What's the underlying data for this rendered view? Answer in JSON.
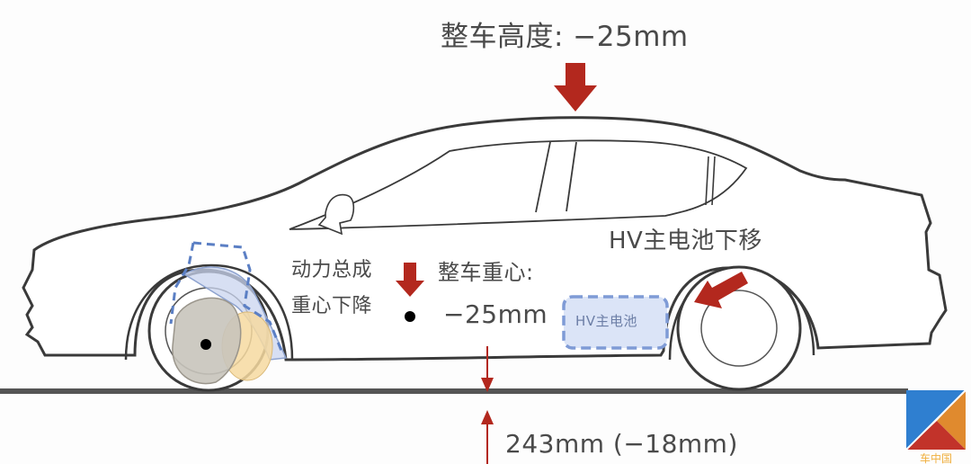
{
  "diagram": {
    "vehicle_height": {
      "label": "整车高度: −25mm",
      "arrow_color": "#b3281e"
    },
    "powertrain_cg": {
      "line1": "动力总成",
      "line2": "重心下降",
      "arrow_color": "#b3281e"
    },
    "vehicle_cg": {
      "line1": "整车重心:",
      "line2": "−25mm",
      "marker": "black-dot"
    },
    "hv_battery_move": {
      "label": "HV主电池下移",
      "arrow_color": "#b3281e"
    },
    "hv_battery_box": {
      "label": "HV主电池",
      "fill": "#dbe4f7",
      "border": "#7f9bd6"
    },
    "ground_clearance": {
      "label": "243mm (−18mm)",
      "arrow_color": "#b3281e"
    },
    "colors": {
      "outline": "#3a3a3a",
      "text": "#4a4a4a",
      "ground": "#555555",
      "accent_red": "#b3281e",
      "dashed_blue": "#5b7fc4"
    }
  },
  "watermark": {
    "icon": "logo-triangles-icon",
    "text": "车中国"
  }
}
